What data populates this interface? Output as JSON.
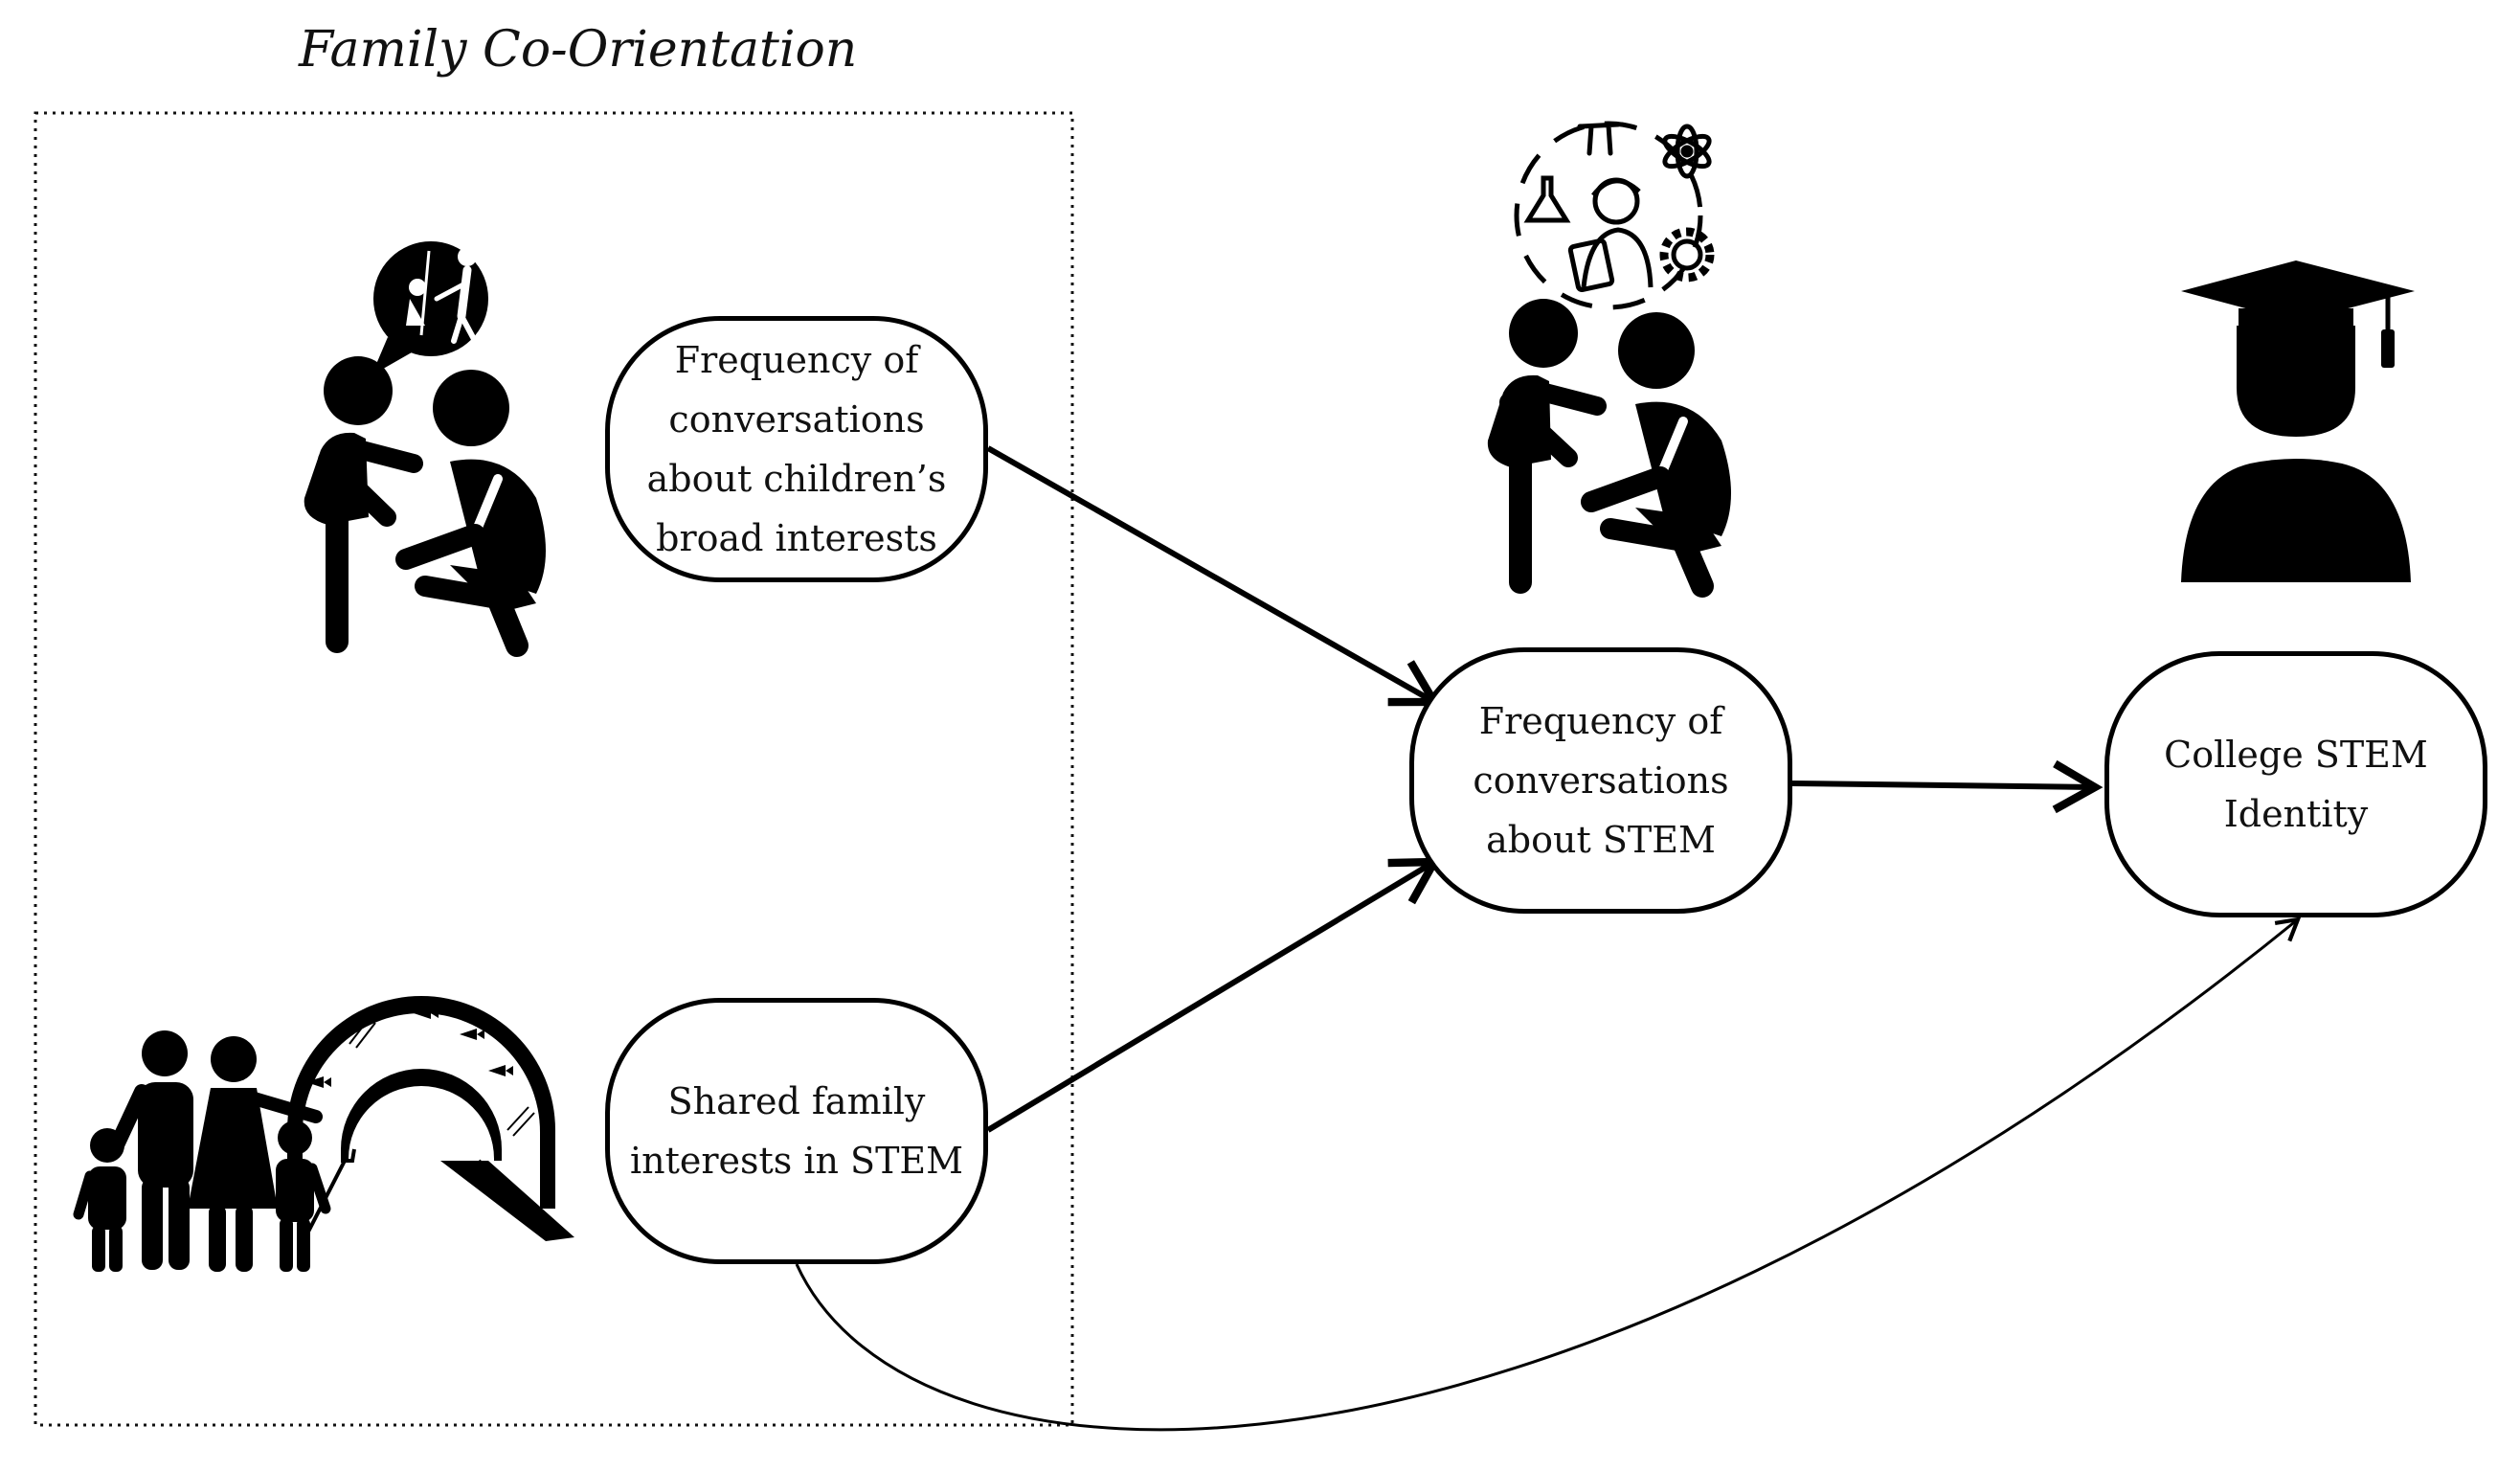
{
  "diagram": {
    "group_label": "Family Co-Orientation",
    "nodes": {
      "broad_interests": {
        "lines": [
          "Frequency of",
          "conversations",
          "about children’s",
          "broad interests"
        ]
      },
      "shared_interests": {
        "lines": [
          "Shared family",
          "interests in STEM"
        ]
      },
      "stem_conversations": {
        "lines": [
          "Frequency of",
          "conversations",
          "about STEM"
        ]
      },
      "stem_identity": {
        "lines": [
          "College STEM",
          "Identity"
        ]
      }
    },
    "edges": [
      {
        "from": "broad_interests",
        "to": "stem_conversations"
      },
      {
        "from": "shared_interests",
        "to": "stem_conversations"
      },
      {
        "from": "stem_conversations",
        "to": "stem_identity"
      },
      {
        "from": "shared_interests",
        "to": "stem_identity"
      }
    ],
    "icons": [
      "parent-child-talk-icon",
      "stem-topics-icon",
      "parent-child-stem-talk-icon",
      "family-aquarium-icon",
      "graduate-icon"
    ]
  }
}
